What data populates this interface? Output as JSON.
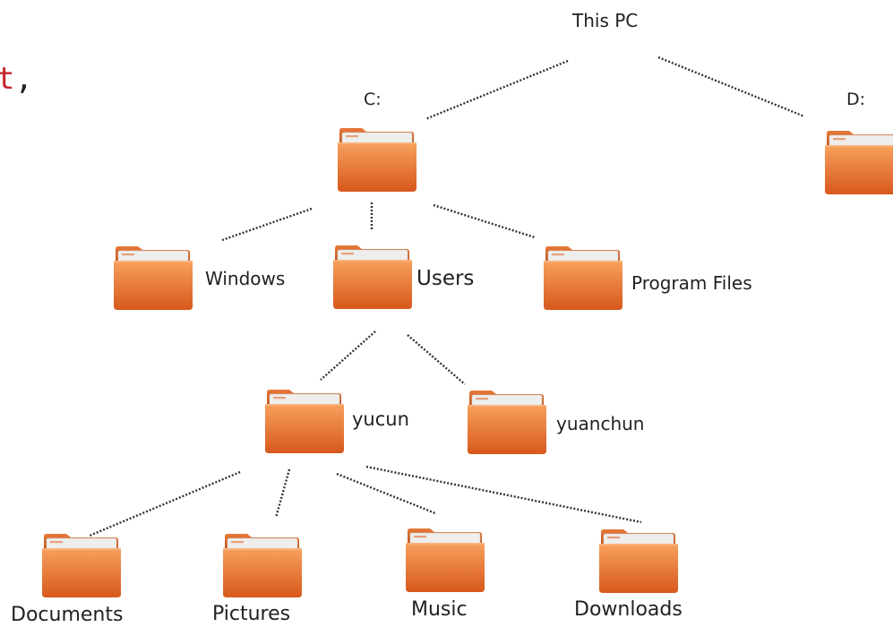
{
  "crop_text": {
    "highlight": "t",
    "rest": ","
  },
  "tree": {
    "root": "This PC",
    "drives": [
      "C:",
      "D:"
    ],
    "c_children": [
      "Windows",
      "Users",
      "Program Files"
    ],
    "users": [
      "yucun",
      "yuanchun"
    ],
    "yucun_children": [
      "Documents",
      "Pictures",
      "Music",
      "Downloads"
    ]
  },
  "colors": {
    "folder_light": "#f7a15e",
    "folder_dark": "#d7581c",
    "folder_tab": "#eeeeec",
    "connector": "#333333",
    "highlight_text": "#c4252a"
  },
  "icons": [
    "folder-icon"
  ]
}
